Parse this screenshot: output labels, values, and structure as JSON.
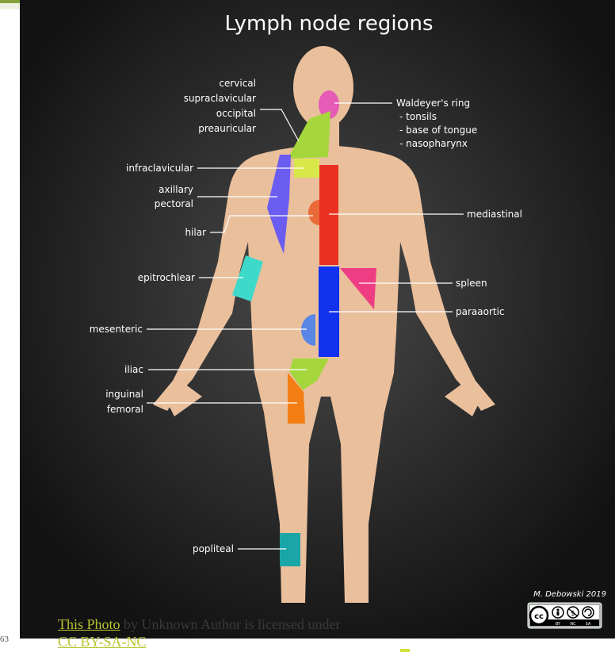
{
  "diagram": {
    "title": "Lymph node regions",
    "labels": {
      "cervical_group": [
        "cervical",
        "supraclavicular",
        "occipital",
        "preauricular"
      ],
      "waldeyer": [
        "Waldeyer's ring",
        "- tonsils",
        "- base of tongue",
        "- nasopharynx"
      ],
      "infraclavicular": "infraclavicular",
      "axillary": [
        "axillary",
        "pectoral"
      ],
      "hilar": "hilar",
      "mediastinal": "mediastinal",
      "epitrochlear": "epitrochlear",
      "spleen": "spleen",
      "paraaortic": "paraaortic",
      "mesenteric": "mesenteric",
      "iliac": "iliac",
      "inguinal": [
        "inguinal",
        "femoral"
      ],
      "popliteal": "popliteal"
    },
    "credit": "M. Debowski 2019",
    "license_badge": "cc-by-nc-sa",
    "colors": {
      "background": "#151515",
      "skin": "#eabf9c",
      "waldeyer": "#e55bb5",
      "cervical": "#a5d63c",
      "infraclavicular": "#d8e84a",
      "axillary": "#6b5cf2",
      "hilar": "#ea6b38",
      "mediastinal": "#e8311f",
      "epitrochlear": "#3fd9c9",
      "spleen": "#ee3d82",
      "paraaortic": "#1131ee",
      "mesenteric": "#5a86e6",
      "iliac": "#a5d63c",
      "inguinal": "#f47e14",
      "popliteal": "#1aa5a7"
    }
  },
  "attribution": {
    "link_text": "This Photo",
    "middle_text": " by Unknown Author is licensed under ",
    "license_text": "CC BY-SA-NC"
  },
  "slide": {
    "number_fragment": "63"
  }
}
